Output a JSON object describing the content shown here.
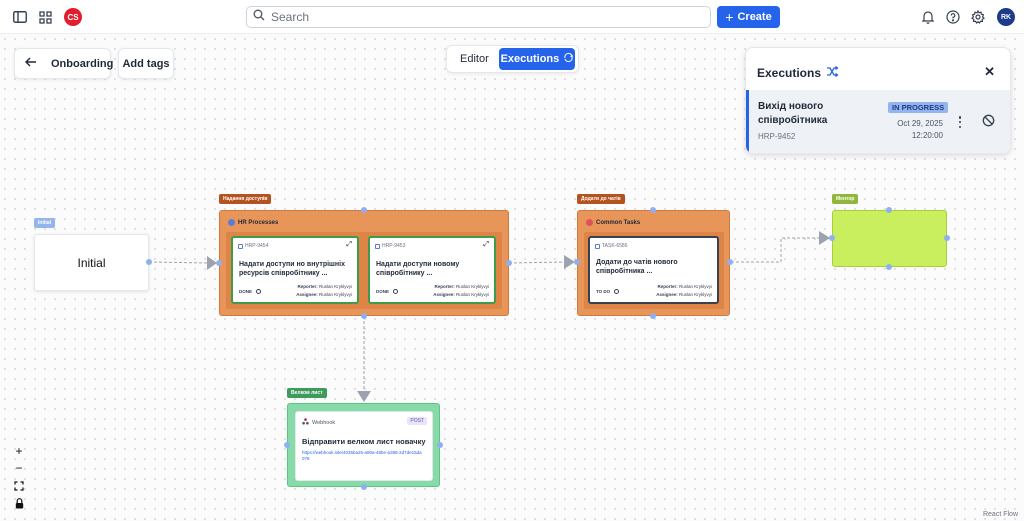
{
  "topbar": {
    "search_placeholder": "Search",
    "create_label": "Create",
    "logo_text": "CS",
    "avatar_initials": "RK",
    "icons": [
      "sidebar-toggle-icon",
      "apps-grid-icon",
      "search-icon",
      "bell-icon",
      "help-icon",
      "gear-icon"
    ]
  },
  "toolbar": {
    "workflow_name": "Onboarding",
    "add_tags_label": "Add tags",
    "view_tabs": [
      "Editor",
      "Executions"
    ],
    "active_tab": "Executions"
  },
  "executions_panel": {
    "title": "Executions",
    "items": [
      {
        "name": "Вихід нового співробітника",
        "key": "HRP-9452",
        "status": "IN PROGRESS",
        "date": "Oct 29, 2025",
        "time": "12:20:00"
      }
    ]
  },
  "nodes": {
    "initial": {
      "label": "Initial",
      "tag": "Initial"
    },
    "access": {
      "group_label": "Надання доступів",
      "project": "HR Processes",
      "cards": [
        {
          "key": "HRP-9454",
          "title": "Надати доступи но внутрішніх ресурсів співробітнику ...",
          "status": "DONE",
          "reporter": "Ruslan Kryklyvyi",
          "assignee": "Ruslan Kryklyvyi"
        },
        {
          "key": "HRP-9453",
          "title": "Надати доступи новому співробітнику ...",
          "status": "DONE",
          "reporter": "Ruslan Kryklyvyi",
          "assignee": "Ruslan Kryklyvyi"
        }
      ]
    },
    "chats": {
      "group_label": "Додати до чатів",
      "project": "Common Tasks",
      "cards": [
        {
          "key": "TASK-6586",
          "title": "Додати до чатів нового співробітника ...",
          "status": "TO DO",
          "reporter": "Ruslan Kryklyvyi",
          "assignee": "Ruslan Kryklyvyi"
        }
      ]
    },
    "mentor": {
      "group_label": "Ментор"
    },
    "welcome": {
      "group_label": "Велком лист",
      "type": "Webhook",
      "method": "POST",
      "title": "Відправити велком лист новачку",
      "url": "https://webhook.site/4035ba25-a90a-48be-a398-2d7de15da078"
    }
  },
  "labels": {
    "reporter": "Reporter:",
    "assignee": "Assignee:"
  },
  "attribution": "React Flow",
  "colors": {
    "accent": "#2563eb",
    "group_orange": "#e8955a",
    "group_label_brown": "#b4531f",
    "mentor_green": "#c9ef5e",
    "welcome_green": "#86dba8",
    "card_border_green": "#3f9a4a",
    "status_badge_bg": "#93b4ec"
  }
}
